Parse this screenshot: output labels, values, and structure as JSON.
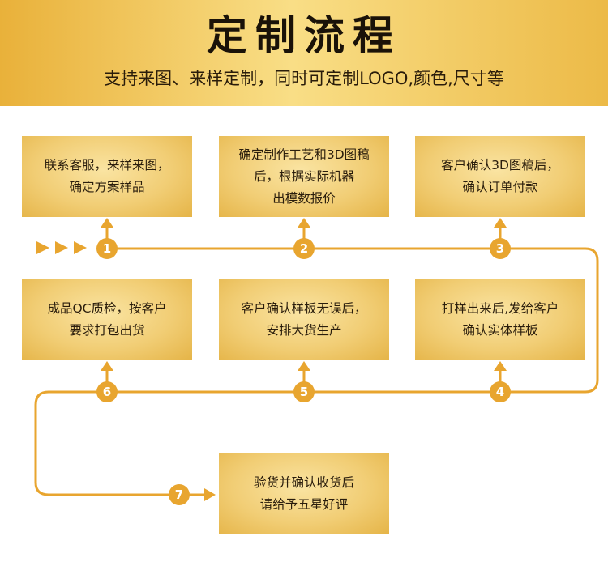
{
  "header": {
    "title": "定制流程",
    "subtitle": "支持来图、来样定制，同时可定制LOGO,颜色,尺寸等"
  },
  "steps": [
    {
      "number": "1",
      "lines": [
        "联系客服，来样来图，",
        "确定方案样品"
      ]
    },
    {
      "number": "2",
      "lines": [
        "确定制作工艺和3D图稿",
        "后，根据实际机器",
        "出模数报价"
      ]
    },
    {
      "number": "3",
      "lines": [
        "客户确认3D图稿后，",
        "确认订单付款"
      ]
    },
    {
      "number": "4",
      "lines": [
        "打样出来后,发给客户",
        "确认实体样板"
      ]
    },
    {
      "number": "5",
      "lines": [
        "客户确认样板无误后，",
        "安排大货生产"
      ]
    },
    {
      "number": "6",
      "lines": [
        "成品QC质检，按客户",
        "要求打包出货"
      ]
    },
    {
      "number": "7",
      "lines": [
        "验货并确认收货后",
        "请给予五星好评"
      ]
    }
  ],
  "colors": {
    "accent": "#e8a52f",
    "header_gradient": [
      "#e9b13a",
      "#f9de86",
      "#ecba47"
    ],
    "text": "#1a1208"
  }
}
